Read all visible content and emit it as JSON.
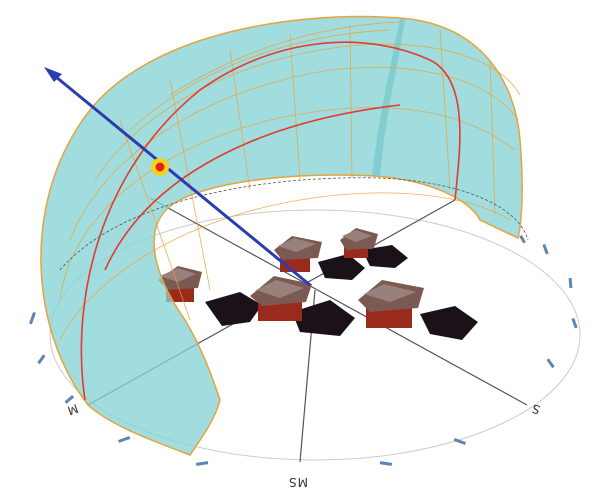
{
  "diagram": {
    "compass_labels": {
      "bottom": "MS",
      "left": "M",
      "right": "S"
    }
  },
  "colors": {
    "dome_fill": "#7fcfd3",
    "dome_edge": "#e8a23a",
    "sun_path": "#e33b2e",
    "sun_vector": "#2c3cb0",
    "sun_marker": "#f2d21a",
    "ground_line": "#555555",
    "building_roof": "#7a5a52",
    "building_wall": "#9a2b1c",
    "shadow": "#1a1016"
  },
  "icons": {
    "sun": "sun-position-icon",
    "arrow": "arrow-head-icon"
  }
}
